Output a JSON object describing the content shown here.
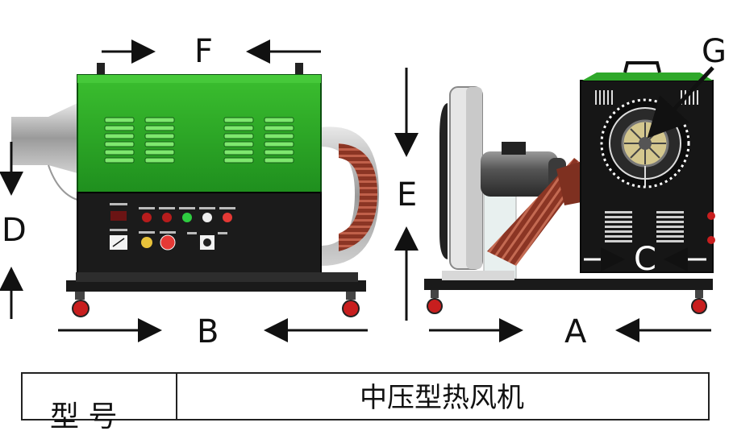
{
  "dimension_labels": {
    "a": "A",
    "b": "B",
    "c": "C",
    "d": "D",
    "e": "E",
    "f": "F",
    "g": "G"
  },
  "spec_table": {
    "label": "型 号",
    "value": "中压型热风机"
  },
  "colors": {
    "body_green": "#2fa82a",
    "base_black": "#1b1b1b",
    "duct_red": "#a0402e",
    "pipe_silver": "#b8b8b8"
  }
}
